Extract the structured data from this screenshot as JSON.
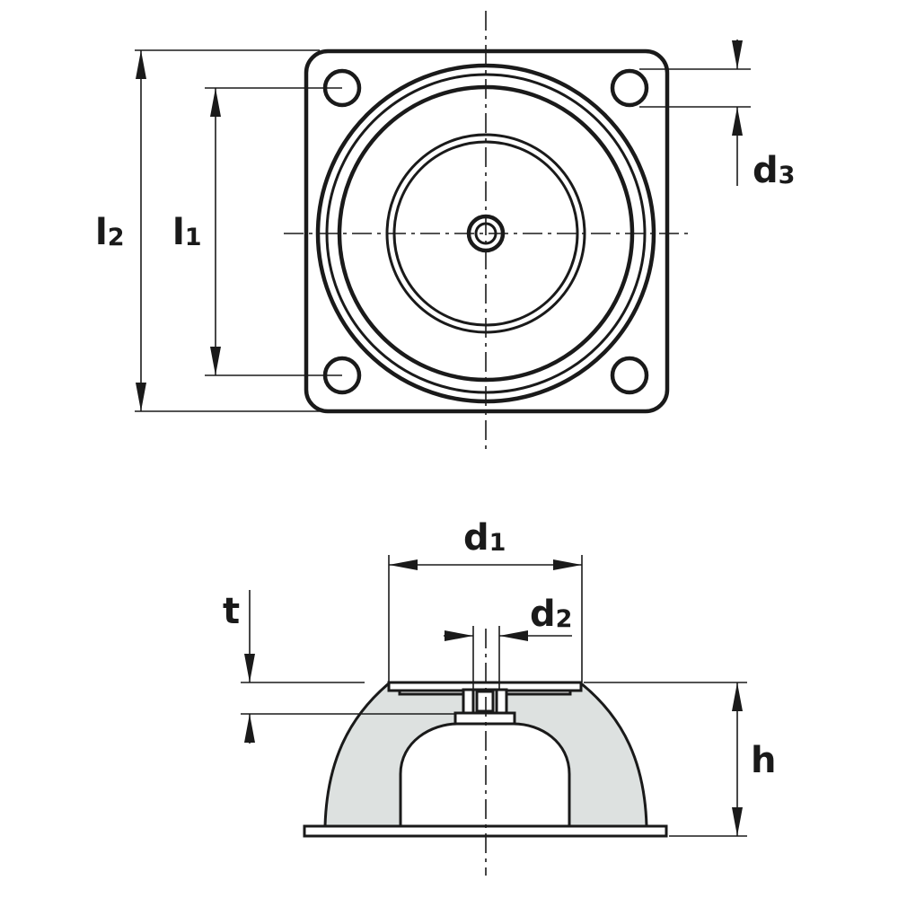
{
  "labels": {
    "l2": {
      "main": "l",
      "sub": "2"
    },
    "l1": {
      "main": "l",
      "sub": "1"
    },
    "d3": {
      "main": "d",
      "sub": "3"
    },
    "d1": {
      "main": "d",
      "sub": "1"
    },
    "d2": {
      "main": "d",
      "sub": "2"
    },
    "t": {
      "main": "t"
    },
    "h": {
      "main": "h"
    }
  },
  "colors": {
    "line": "#1a1a1a",
    "rubber_fill": "#dde1e0",
    "background": "#ffffff"
  }
}
